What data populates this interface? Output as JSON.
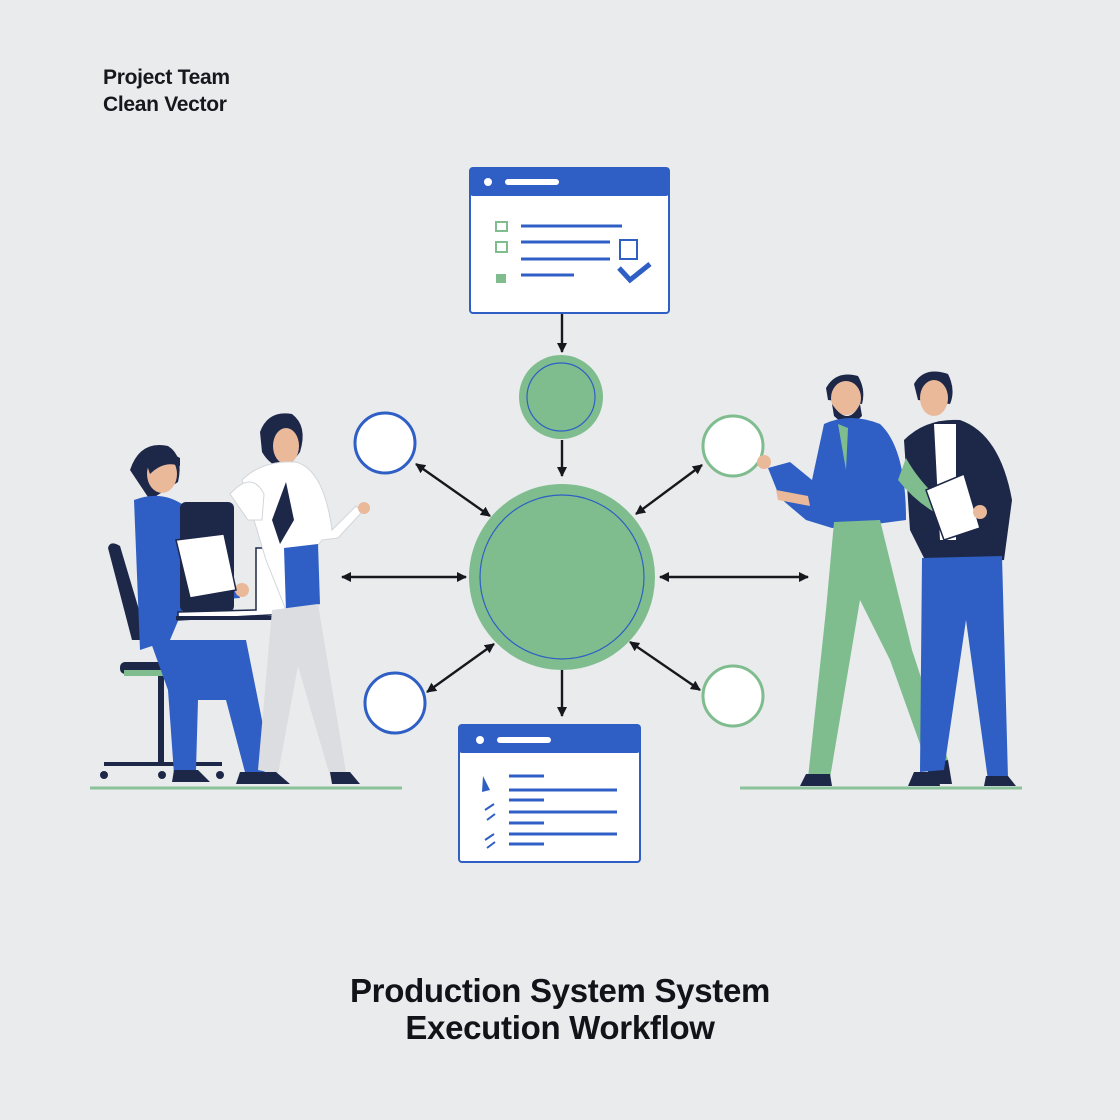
{
  "header": {
    "line1": "Project Team",
    "line2": "Clean Vector"
  },
  "caption": {
    "line1": "Production System System",
    "line2": "Execution Workflow"
  },
  "colors": {
    "background": "#e9ebed",
    "accent_blue": "#2f5fc4",
    "accent_green": "#7fbd8f",
    "navy": "#1d2748",
    "ink": "#111318"
  },
  "icons": [
    "checklist-window-icon",
    "task-list-window-icon",
    "checkmark-icon"
  ]
}
